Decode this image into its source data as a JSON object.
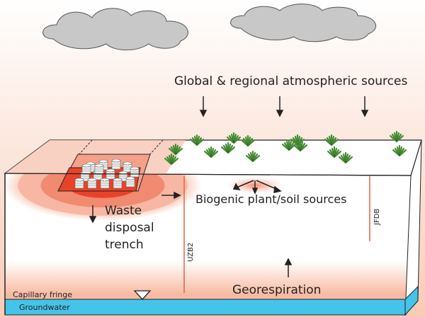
{
  "labels": {
    "atmospheric": "Global & regional atmospheric sources",
    "biogenic": "Biogenic plant/soil sources",
    "waste_line1": "Waste",
    "waste_line2": "disposal",
    "waste_line3": "trench",
    "georespiration": "Georespiration",
    "capillary": "Capillary fringe",
    "groundwater": "Groundwater",
    "borehole_left": "UZB2",
    "borehole_right": "JFDB"
  },
  "colors": {
    "sky_top": "#ffffff",
    "sky_bottom": "#f9cbb6",
    "plume_core": "#e8432a",
    "plume_outer": "#f7b7a2",
    "groundwater": "#45c4ea",
    "plant": "#4f9a3c",
    "borehole": "#e8603e"
  }
}
